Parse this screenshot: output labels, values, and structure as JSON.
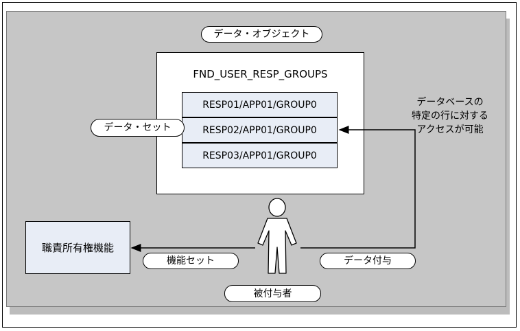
{
  "diagram": {
    "data_object_label": "データ・オブジェクト",
    "table_name": "FND_USER_RESP_GROUPS",
    "rows": [
      "RESP01/APP01/GROUP0",
      "RESP02/APP01/GROUP0",
      "RESP03/APP01/GROUP0"
    ],
    "data_set_label": "データ・セット",
    "access_note_lines": [
      "データベースの",
      "特定の行に対する",
      "アクセスが可能"
    ],
    "responsibility_box_label": "職責所有権機能",
    "function_set_label": "機能セット",
    "data_grant_label": "データ付与",
    "grantee_label": "被付与者"
  },
  "colors": {
    "panel": "#c6c6c6",
    "row_fill": "#e8edf6",
    "box_fill": "#ffffff",
    "line": "#000000"
  },
  "icons": {
    "grantee": "person-icon"
  }
}
